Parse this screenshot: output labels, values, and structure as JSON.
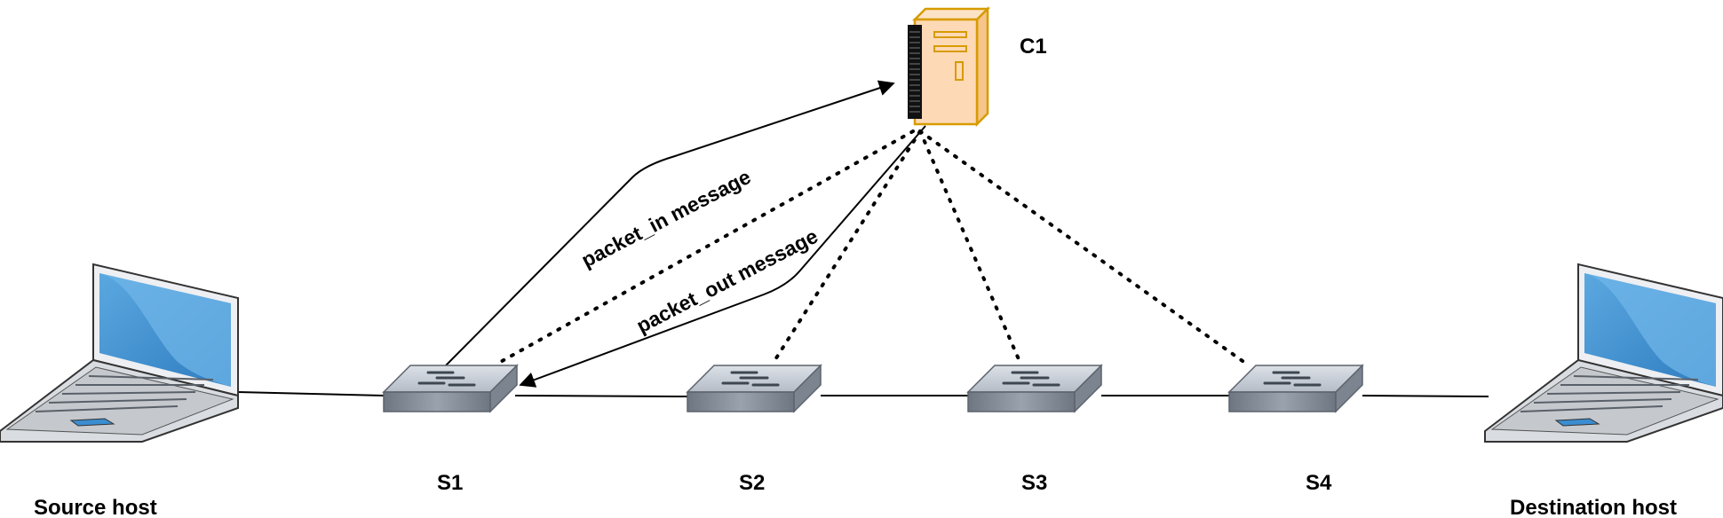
{
  "controller": {
    "label": "C1",
    "icon": "server-tower-icon"
  },
  "switches": [
    {
      "label": "S1",
      "icon": "network-switch-icon"
    },
    {
      "label": "S2",
      "icon": "network-switch-icon"
    },
    {
      "label": "S3",
      "icon": "network-switch-icon"
    },
    {
      "label": "S4",
      "icon": "network-switch-icon"
    }
  ],
  "hosts": {
    "source": {
      "label": "Source host",
      "icon": "laptop-icon"
    },
    "destination": {
      "label": "Destination host",
      "icon": "laptop-icon"
    }
  },
  "messages": {
    "packet_in": "packet_in message",
    "packet_out": "packet_out message"
  },
  "colors": {
    "server_body": "#FDD9B5",
    "server_outline": "#D79B00",
    "switch_top": "#C8CED6",
    "switch_side": "#7F8894",
    "screen": "#3B8DD0",
    "line": "#000000"
  }
}
